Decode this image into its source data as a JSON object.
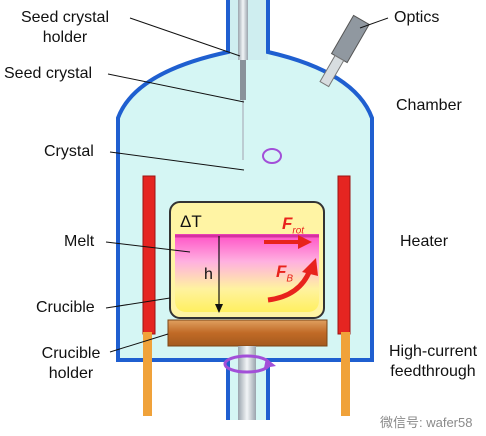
{
  "labels": {
    "seed_crystal_holder": [
      "Seed crystal",
      "holder"
    ],
    "seed_crystal": "Seed crystal",
    "crystal": "Crystal",
    "melt": "Melt",
    "crucible": "Crucible",
    "crucible_holder": [
      "Crucible",
      "holder"
    ],
    "optics": "Optics",
    "chamber": "Chamber",
    "heater": "Heater",
    "high_current_feedthrough": [
      "High-current",
      "feedthrough"
    ]
  },
  "melt_annotations": {
    "delta_t": "ΔT",
    "height": "h",
    "f_rot_symbol": "F",
    "f_rot_sub": "rot",
    "f_b_symbol": "F",
    "f_b_sub": "B"
  },
  "watermark": "微信号: wafer58",
  "colors": {
    "chamber_wall": "#1f5fd0",
    "chamber_fill": "#d4f5f3",
    "heater": "#e52521",
    "electrode": "#f0a23a",
    "crucible_fill": "#fff5a8",
    "melt_top": "#ff5fc8",
    "melt_bottom": "#fff070",
    "crucible_base": "#c8782e",
    "force_arrow": "#e8231c",
    "rotation_arrow": "#a24fd8"
  }
}
